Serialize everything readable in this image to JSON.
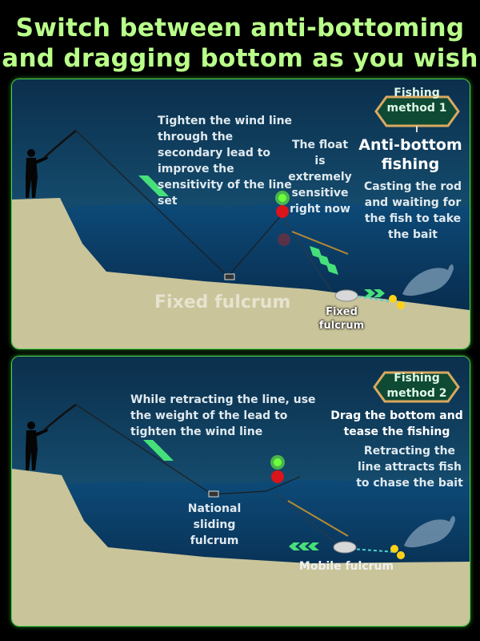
{
  "headline": {
    "line1": "Switch between anti-bottoming",
    "line2": "and dragging bottom as you wish"
  },
  "panel1": {
    "method_badge": "Fishing method 1",
    "method_title": "Anti-bottom fishing",
    "method_desc": "Casting the rod and waiting for the fish to take the bait",
    "note_wind_line": "Tighten the wind line through the secondary lead to improve the sensitivity of the line set",
    "note_float": "The float is extremely sensitive right now",
    "fixed_fulcrum_large": "Fixed fulcrum",
    "fixed_fulcrum_small": "Fixed fulcrum"
  },
  "panel2": {
    "method_badge": "Fishing method 2",
    "method_title": "Drag the bottom and tease the fishing",
    "method_desc": "Retracting the line attracts fish to chase the bait",
    "note_retract": "While retracting the line, use the weight of the lead to tighten the wind line",
    "sliding_fulcrum": "National sliding fulcrum",
    "mobile_fulcrum": "Mobile fulcrum"
  },
  "colors": {
    "headline": "#b9ff8a",
    "frame": "#4fd84a",
    "water_deep": "#0c3d66",
    "sky": "#14496f",
    "bank": "#c9c49a",
    "float_red": "#d9141b",
    "float_green": "#6cff3a",
    "beads": "#ffd21a"
  }
}
